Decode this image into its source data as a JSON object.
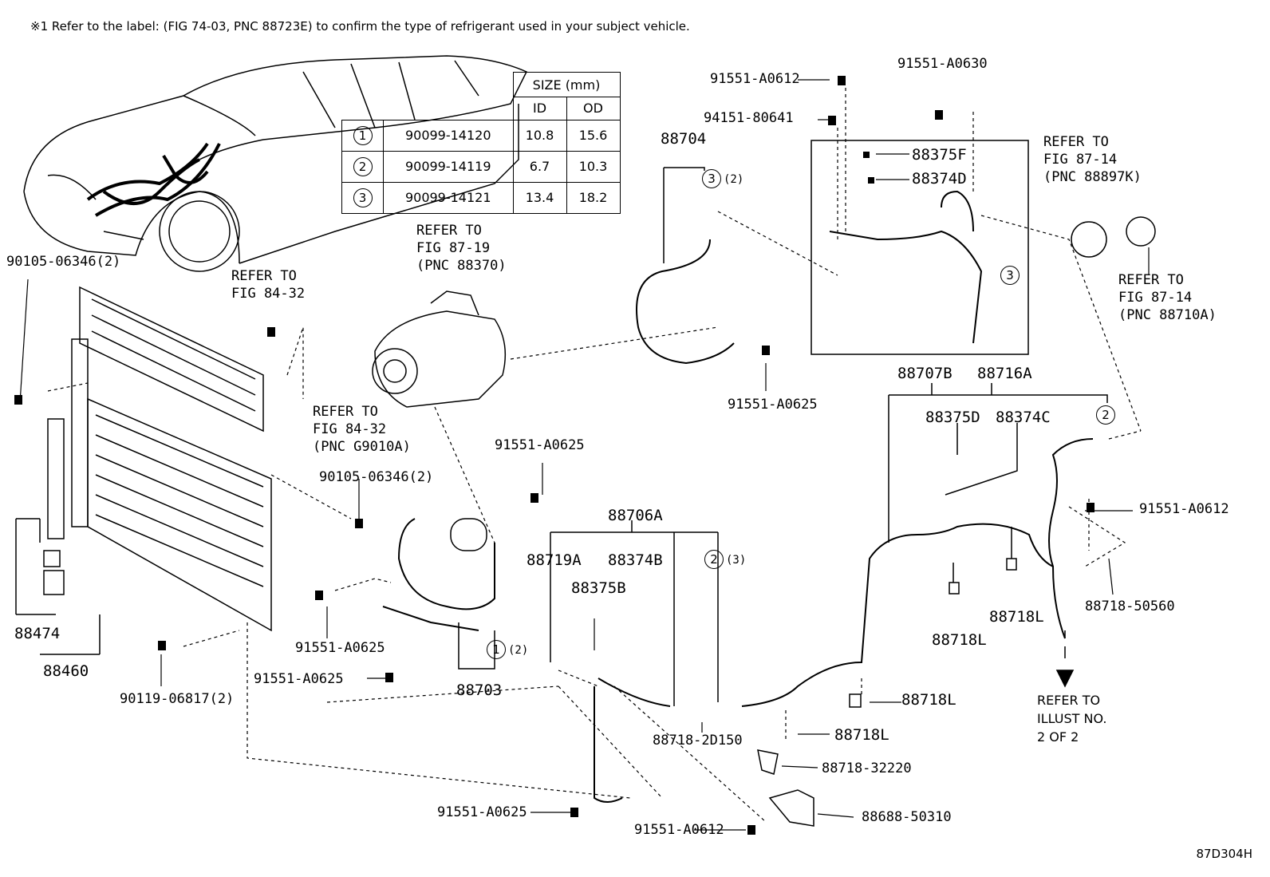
{
  "note": "※1 Refer to the label: (FIG 74-03, PNC 88723E) to confirm the type of refrigerant used in your subject vehicle.",
  "figure_id": "87D304H",
  "size_table": {
    "header": "SIZE (mm)",
    "col_id": "ID",
    "col_od": "OD",
    "rows": [
      {
        "mark": "1",
        "part": "90099-14120",
        "id": "10.8",
        "od": "15.6"
      },
      {
        "mark": "2",
        "part": "90099-14119",
        "id": "6.7",
        "od": "10.3"
      },
      {
        "mark": "3",
        "part": "90099-14121",
        "id": "13.4",
        "od": "18.2"
      }
    ]
  },
  "refs": {
    "r_88370": "REFER TO\nFIG 87-19\n(PNC 88370)",
    "r_84_32a": "REFER TO\nFIG 84-32",
    "r_84_32b": "REFER TO\nFIG 84-32\n(PNC G9010A)",
    "r_88897k": "REFER TO\nFIG 87-14\n(PNC 88897K)",
    "r_88710a": "REFER TO\nFIG 87-14\n(PNC 88710A)",
    "r_illust": "REFER TO\nILLUST NO.\n2 OF 2"
  },
  "labels": {
    "p91551_A0612_top": "91551-A0612",
    "p91551_A0630": "91551-A0630",
    "p94151_80641": "94151-80641",
    "p88704": "88704",
    "p88375F": "88375F",
    "p88374D": "88374D",
    "p88707B": "88707B",
    "p88716A": "88716A",
    "p88375D": "88375D",
    "p88374C": "88374C",
    "p91551_A0625_a": "91551-A0625",
    "p91551_A0625_b": "91551-A0625",
    "p91551_A0625_c": "91551-A0625",
    "p91551_A0625_d": "91551-A0625",
    "p91551_A0625_e": "91551-A0625",
    "p91551_A0612_r": "91551-A0612",
    "p88718_50560": "88718-50560",
    "p88718L_a": "88718L",
    "p88718L_b": "88718L",
    "p88718L_c": "88718L",
    "p88718L_d": "88718L",
    "p88706A": "88706A",
    "p88719A": "88719A",
    "p88374B": "88374B",
    "p88375B": "88375B",
    "p88703": "88703",
    "p88474": "88474",
    "p88460": "88460",
    "p90105_06346_a": "90105-06346(2)",
    "p90105_06346_b": "90105-06346(2)",
    "p90119_06817": "90119-06817(2)",
    "p88718_2D150": "88718-2D150",
    "p88718_32220": "88718-32220",
    "p88688_50310": "88688-50310",
    "p91551_A0612_bot": "91551-A0612",
    "c3_qty": "(2)",
    "c2_qty": "(3)",
    "c1_qty": "(2)"
  }
}
